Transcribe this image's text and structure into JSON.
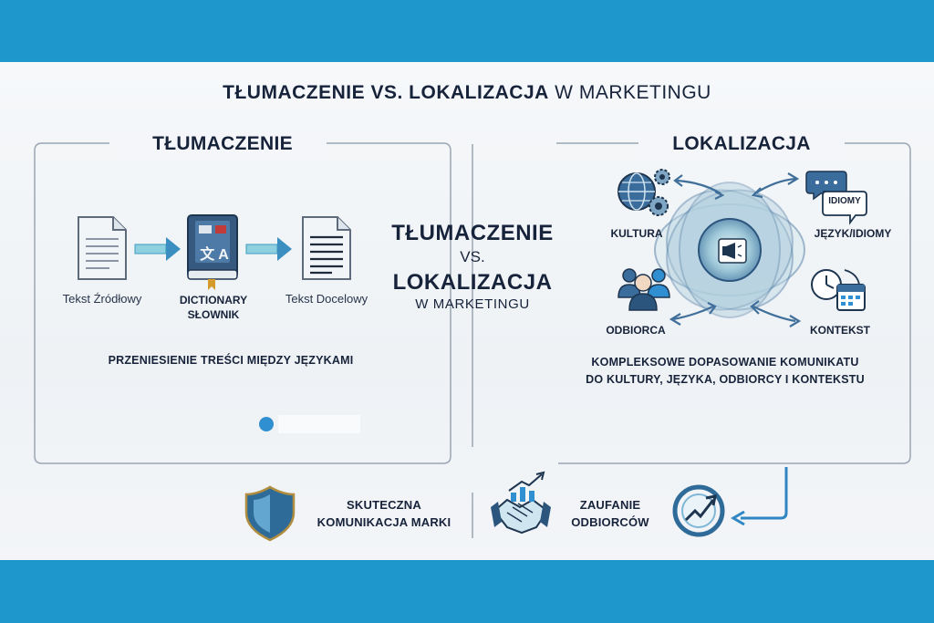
{
  "header": {
    "title_bold": "TŁUMACZENIE VS. LOKALIZACJA",
    "title_light": "W MARKETINGU"
  },
  "translation": {
    "title": "TŁUMACZENIE",
    "source_label": "Tekst Źródłowy",
    "dictionary_label_1": "DICTIONARY",
    "dictionary_label_2": "SŁOWNIK",
    "target_label": "Tekst Docelowy",
    "caption": "PRZENIESIENIE TREŚCI MIĘDZY JĘZYKAMI",
    "dict_glyph_1": "文",
    "dict_glyph_2": "A"
  },
  "center": {
    "line1": "TŁUMACZENIE",
    "line2": "VS.",
    "line3": "LOKALIZACJA",
    "line4": "W MARKETINGU"
  },
  "localization": {
    "title": "LOKALIZACJA",
    "culture_label": "KULTURA",
    "language_label": "JĘZYK/IDIOMY",
    "idioms_bubble": "IDIOMY",
    "audience_label": "ODBIORCA",
    "context_label": "KONTEKST",
    "caption_line1": "KOMPLEKSOWE DOPASOWANIE KOMUNIKATU",
    "caption_line2": "DO KULTURY, JĘZYKA, ODBIORCY I KONTEKSTU"
  },
  "outcomes": {
    "brand_line1": "SKUTECZNA",
    "brand_line2": "KOMUNIKACJA MARKI",
    "trust_line1": "ZAUFANIE",
    "trust_line2": "ODBIORCÓW"
  },
  "colors": {
    "band": "#1e98cc",
    "navy": "#17233a",
    "accent_blue": "#2f8fd0",
    "teal": "#4fb6c9"
  }
}
